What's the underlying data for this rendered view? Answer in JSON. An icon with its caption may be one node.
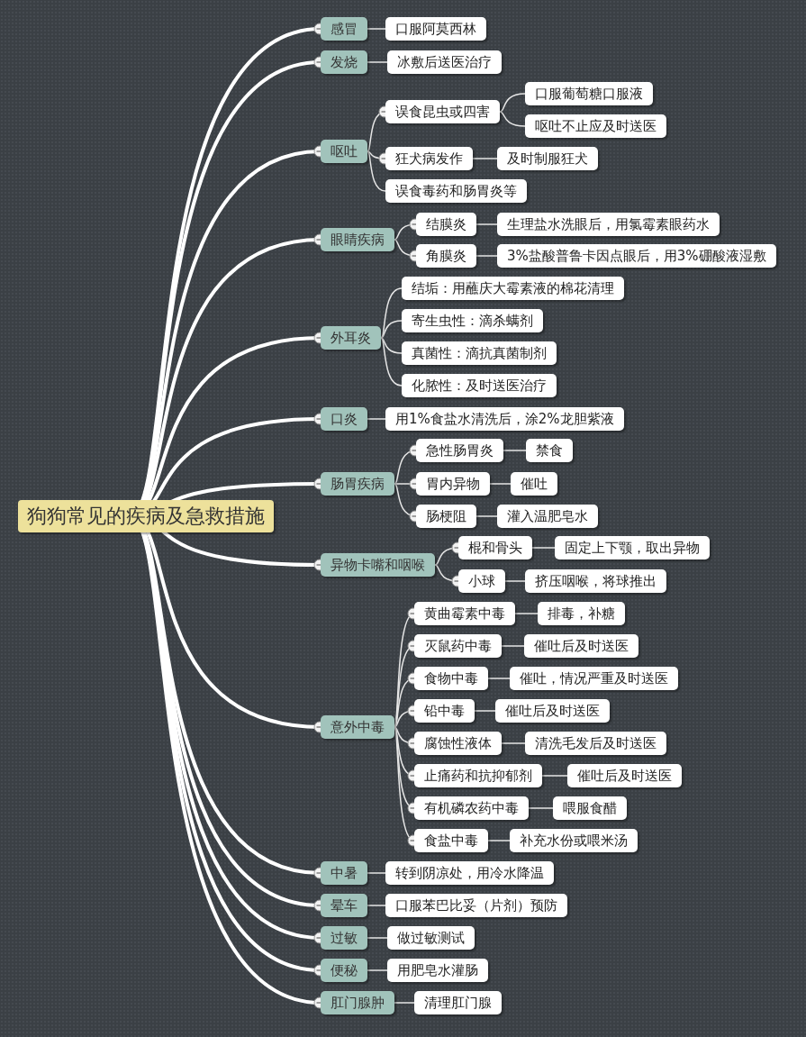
{
  "diagram": {
    "nodes": [
      {
        "text": [
          "狗狗常见的疾病及急救措施"
        ]
      },
      {
        "text": [
          "感冒"
        ]
      },
      {
        "text": [
          "口服阿莫西林"
        ]
      },
      {
        "text": [
          "发烧"
        ]
      },
      {
        "text": [
          "冰敷后送医治疗"
        ]
      },
      {
        "text": [
          "呕吐"
        ]
      },
      {
        "text": [
          "误食昆虫或四害"
        ]
      },
      {
        "text": [
          "口服葡萄糖口服液"
        ]
      },
      {
        "text": [
          "呕吐不止应及时送医"
        ]
      },
      {
        "text": [
          "狂犬病发作"
        ]
      },
      {
        "text": [
          "及时制服狂犬"
        ]
      },
      {
        "text": [
          "误食毒药和肠胃炎等"
        ]
      },
      {
        "text": [
          "眼睛疾病"
        ]
      },
      {
        "text": [
          "结膜炎"
        ]
      },
      {
        "text": [
          "生理盐水洗眼后，用氯霉素眼药水"
        ]
      },
      {
        "text": [
          "角膜炎"
        ]
      },
      {
        "text": [
          "3%盐酸普鲁卡因点眼后，用3%硼酸液湿敷"
        ]
      },
      {
        "text": [
          "外耳炎"
        ]
      },
      {
        "text": [
          "结垢：用蘸庆大霉素液的棉花清理"
        ]
      },
      {
        "text": [
          "寄生虫性：滴杀螨剂"
        ]
      },
      {
        "text": [
          "真菌性：滴抗真菌制剂"
        ]
      },
      {
        "text": [
          "化脓性：及时送医治疗"
        ]
      },
      {
        "text": [
          "口炎"
        ]
      },
      {
        "text": [
          "用1%食盐水清洗后，涂2%龙胆紫液"
        ]
      },
      {
        "text": [
          "肠胃疾病"
        ]
      },
      {
        "text": [
          "急性肠胃炎"
        ]
      },
      {
        "text": [
          "禁食"
        ]
      },
      {
        "text": [
          "胃内异物"
        ]
      },
      {
        "text": [
          "催吐"
        ]
      },
      {
        "text": [
          "肠梗阻"
        ]
      },
      {
        "text": [
          "灌入温肥皂水"
        ]
      },
      {
        "text": [
          "异物卡嘴和咽喉"
        ]
      },
      {
        "text": [
          "棍和骨头"
        ]
      },
      {
        "text": [
          "固定上下颚，取出异物"
        ]
      },
      {
        "text": [
          "小球"
        ]
      },
      {
        "text": [
          "挤压咽喉，将球推出"
        ]
      },
      {
        "text": [
          "意外中毒"
        ]
      },
      {
        "text": [
          "黄曲霉素中毒"
        ]
      },
      {
        "text": [
          "排毒，补糖"
        ]
      },
      {
        "text": [
          "灭鼠药中毒"
        ]
      },
      {
        "text": [
          "催吐后及时送医"
        ]
      },
      {
        "text": [
          "食物中毒"
        ]
      },
      {
        "text": [
          "催吐，情况严重及时送医"
        ]
      },
      {
        "text": [
          "铅中毒"
        ]
      },
      {
        "text": [
          "催吐后及时送医"
        ]
      },
      {
        "text": [
          "腐蚀性液体"
        ]
      },
      {
        "text": [
          "清洗毛发后及时送医"
        ]
      },
      {
        "text": [
          "止痛药和抗抑郁剂"
        ]
      },
      {
        "text": [
          "催吐后及时送医"
        ]
      },
      {
        "text": [
          "有机磷农药中毒"
        ]
      },
      {
        "text": [
          "喂服食醋"
        ]
      },
      {
        "text": [
          "食盐中毒"
        ]
      },
      {
        "text": [
          "补充水份或喂米汤"
        ]
      },
      {
        "text": [
          "中暑"
        ]
      },
      {
        "text": [
          "转到阴凉处，用冷水降温"
        ]
      },
      {
        "text": [
          "晕车"
        ]
      },
      {
        "text": [
          "口服苯巴比妥（片剂）预防"
        ]
      },
      {
        "text": [
          "过敏"
        ]
      },
      {
        "text": [
          "做过敏测试"
        ]
      },
      {
        "text": [
          "便秘"
        ]
      },
      {
        "text": [
          "用肥皂水灌肠"
        ]
      },
      {
        "text": [
          "肛门腺肿"
        ]
      },
      {
        "text": [
          "清理肛门腺"
        ]
      }
    ],
    "edges": [
      {
        "from": 0,
        "to": 1,
        "arrow": "none",
        "style": "thick"
      },
      {
        "from": 1,
        "to": 2,
        "arrow": "none"
      },
      {
        "from": 0,
        "to": 3,
        "arrow": "none",
        "style": "thick"
      },
      {
        "from": 3,
        "to": 4,
        "arrow": "none"
      },
      {
        "from": 0,
        "to": 5,
        "arrow": "none",
        "style": "thick"
      },
      {
        "from": 5,
        "to": 6,
        "arrow": "none"
      },
      {
        "from": 6,
        "to": 7,
        "arrow": "none"
      },
      {
        "from": 6,
        "to": 8,
        "arrow": "none"
      },
      {
        "from": 5,
        "to": 9,
        "arrow": "none"
      },
      {
        "from": 9,
        "to": 10,
        "arrow": "none"
      },
      {
        "from": 5,
        "to": 11,
        "arrow": "none"
      },
      {
        "from": 0,
        "to": 12,
        "arrow": "none",
        "style": "thick"
      },
      {
        "from": 12,
        "to": 13,
        "arrow": "none"
      },
      {
        "from": 13,
        "to": 14,
        "arrow": "none"
      },
      {
        "from": 12,
        "to": 15,
        "arrow": "none"
      },
      {
        "from": 15,
        "to": 16,
        "arrow": "none"
      },
      {
        "from": 0,
        "to": 17,
        "arrow": "none",
        "style": "thick"
      },
      {
        "from": 17,
        "to": 18,
        "arrow": "none"
      },
      {
        "from": 17,
        "to": 19,
        "arrow": "none"
      },
      {
        "from": 17,
        "to": 20,
        "arrow": "none"
      },
      {
        "from": 17,
        "to": 21,
        "arrow": "none"
      },
      {
        "from": 0,
        "to": 22,
        "arrow": "none",
        "style": "thick"
      },
      {
        "from": 22,
        "to": 23,
        "arrow": "none"
      },
      {
        "from": 0,
        "to": 24,
        "arrow": "none",
        "style": "thick"
      },
      {
        "from": 24,
        "to": 25,
        "arrow": "none"
      },
      {
        "from": 25,
        "to": 26,
        "arrow": "none"
      },
      {
        "from": 24,
        "to": 27,
        "arrow": "none"
      },
      {
        "from": 27,
        "to": 28,
        "arrow": "none"
      },
      {
        "from": 24,
        "to": 29,
        "arrow": "none"
      },
      {
        "from": 29,
        "to": 30,
        "arrow": "none"
      },
      {
        "from": 0,
        "to": 31,
        "arrow": "none",
        "style": "thick"
      },
      {
        "from": 31,
        "to": 32,
        "arrow": "none"
      },
      {
        "from": 32,
        "to": 33,
        "arrow": "none"
      },
      {
        "from": 31,
        "to": 34,
        "arrow": "none"
      },
      {
        "from": 34,
        "to": 35,
        "arrow": "none"
      },
      {
        "from": 0,
        "to": 36,
        "arrow": "none",
        "style": "thick"
      },
      {
        "from": 36,
        "to": 37,
        "arrow": "none"
      },
      {
        "from": 37,
        "to": 38,
        "arrow": "none"
      },
      {
        "from": 36,
        "to": 39,
        "arrow": "none"
      },
      {
        "from": 39,
        "to": 40,
        "arrow": "none"
      },
      {
        "from": 36,
        "to": 41,
        "arrow": "none"
      },
      {
        "from": 41,
        "to": 42,
        "arrow": "none"
      },
      {
        "from": 36,
        "to": 43,
        "arrow": "none"
      },
      {
        "from": 43,
        "to": 44,
        "arrow": "none"
      },
      {
        "from": 36,
        "to": 45,
        "arrow": "none"
      },
      {
        "from": 45,
        "to": 46,
        "arrow": "none"
      },
      {
        "from": 36,
        "to": 47,
        "arrow": "none"
      },
      {
        "from": 47,
        "to": 48,
        "arrow": "none"
      },
      {
        "from": 36,
        "to": 49,
        "arrow": "none"
      },
      {
        "from": 49,
        "to": 50,
        "arrow": "none"
      },
      {
        "from": 36,
        "to": 51,
        "arrow": "none"
      },
      {
        "from": 51,
        "to": 52,
        "arrow": "none"
      },
      {
        "from": 0,
        "to": 53,
        "arrow": "none",
        "style": "thick"
      },
      {
        "from": 53,
        "to": 54,
        "arrow": "none"
      },
      {
        "from": 0,
        "to": 55,
        "arrow": "none",
        "style": "thick"
      },
      {
        "from": 55,
        "to": 56,
        "arrow": "none"
      },
      {
        "from": 0,
        "to": 57,
        "arrow": "none",
        "style": "thick"
      },
      {
        "from": 57,
        "to": 58,
        "arrow": "none"
      },
      {
        "from": 0,
        "to": 59,
        "arrow": "none",
        "style": "thick"
      },
      {
        "from": 59,
        "to": 60,
        "arrow": "none"
      },
      {
        "from": 0,
        "to": 61,
        "arrow": "none",
        "style": "thick"
      },
      {
        "from": 61,
        "to": 62,
        "arrow": "none"
      }
    ]
  }
}
